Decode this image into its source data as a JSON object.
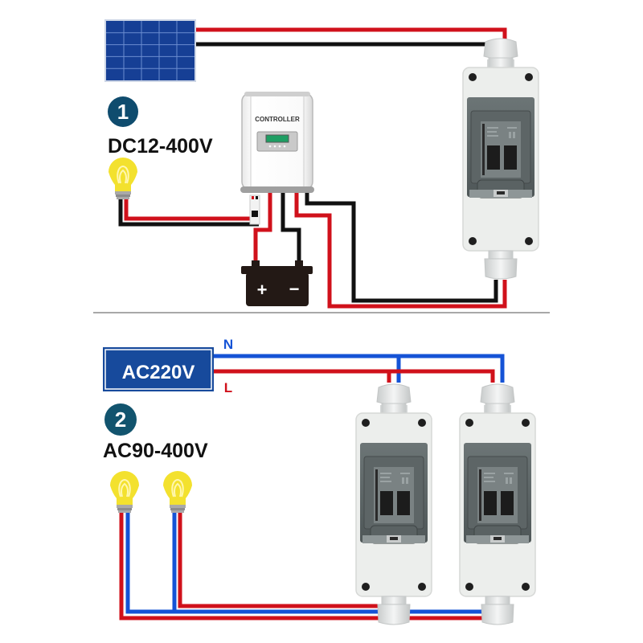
{
  "section1": {
    "number": "1",
    "voltage_label": "DC12-400V",
    "controller_label": "CONTROLLER",
    "battery_plus": "+",
    "battery_minus": "−"
  },
  "section2": {
    "number": "2",
    "voltage_label": "AC90-400V",
    "source_label": "AC220V",
    "neutral_label": "N",
    "line_label": "L"
  },
  "colors": {
    "wire_red": "#d0111b",
    "wire_black": "#111111",
    "wire_blue": "#1553d6",
    "badge_fill": "#0f4c6e",
    "source_box_fill": "#174a9c",
    "bulb_yellow": "#f3e12e",
    "solar_panel": "#163f95",
    "enclosure_body": "#eceeec",
    "divider": "#a8a8a8"
  },
  "icons": {
    "solar_panel": "solar-panel-icon",
    "controller": "charge-controller-icon",
    "battery": "battery-icon",
    "bulb": "light-bulb-icon",
    "breaker_box": "breaker-enclosure-icon"
  }
}
